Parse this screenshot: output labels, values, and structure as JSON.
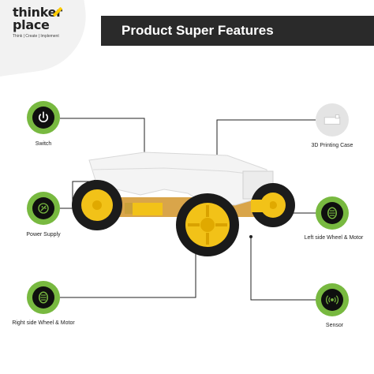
{
  "brand": {
    "name_line1": "thinker",
    "name_line2": "place",
    "tagline": "Think | Create | Implement",
    "accent_color": "#ffcc00"
  },
  "banner": {
    "title": "Product Super Features",
    "background_color": "#2a2a2a"
  },
  "features": [
    {
      "label": "Switch",
      "icon": "power-icon",
      "color": "#78b940"
    },
    {
      "label": "Power Supply",
      "icon": "plug-icon",
      "color": "#78b940"
    },
    {
      "label": "Right side Wheel & Motor",
      "icon": "wheel-icon",
      "color": "#78b940"
    },
    {
      "label": "3D Printing Case",
      "icon": "case-icon",
      "color": "#e4e4e4"
    },
    {
      "label": "Left side Wheel & Motor",
      "icon": "wheel-icon",
      "color": "#78b940"
    },
    {
      "label": "Sensor",
      "icon": "sensor-icon",
      "color": "#78b940"
    }
  ]
}
